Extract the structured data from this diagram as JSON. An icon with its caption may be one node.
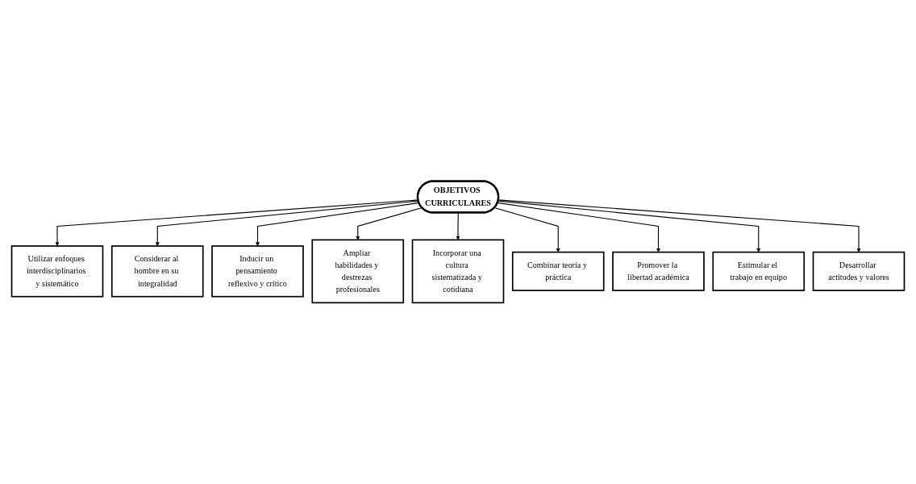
{
  "diagram": {
    "nodes": [
      {
        "text": [
          "OBJETIVOS CURRICULARES"
        ]
      },
      {
        "text": [
          "Utilizar enfoques interdisciplinarios y sistemático"
        ]
      },
      {
        "text": [
          "Considerar al hombre en su integralidad"
        ]
      },
      {
        "text": [
          "Inducir un pensamiento reflexivo y crítico"
        ]
      },
      {
        "text": [
          "Ampliar habilidades y destrezas profesionales"
        ]
      },
      {
        "text": [
          "Incorporar una cultura sistematizada y cotidiana"
        ]
      },
      {
        "text": [
          "Combinar teoría y práctica"
        ]
      },
      {
        "text": [
          "Promover la libertad académica"
        ]
      },
      {
        "text": [
          "Estimular el trabajo en equipo"
        ]
      },
      {
        "text": [
          "Desarrollar actitudes y valores"
        ]
      }
    ],
    "edges": [
      {
        "from": 0,
        "to": 1,
        "arrow": "to"
      },
      {
        "from": 0,
        "to": 2,
        "arrow": "to"
      },
      {
        "from": 0,
        "to": 3,
        "arrow": "to"
      },
      {
        "from": 0,
        "to": 4,
        "arrow": "to"
      },
      {
        "from": 0,
        "to": 5,
        "arrow": "to"
      },
      {
        "from": 0,
        "to": 6,
        "arrow": "to"
      },
      {
        "from": 0,
        "to": 7,
        "arrow": "to"
      },
      {
        "from": 0,
        "to": 8,
        "arrow": "to"
      },
      {
        "from": 0,
        "to": 9,
        "arrow": "to"
      }
    ]
  }
}
